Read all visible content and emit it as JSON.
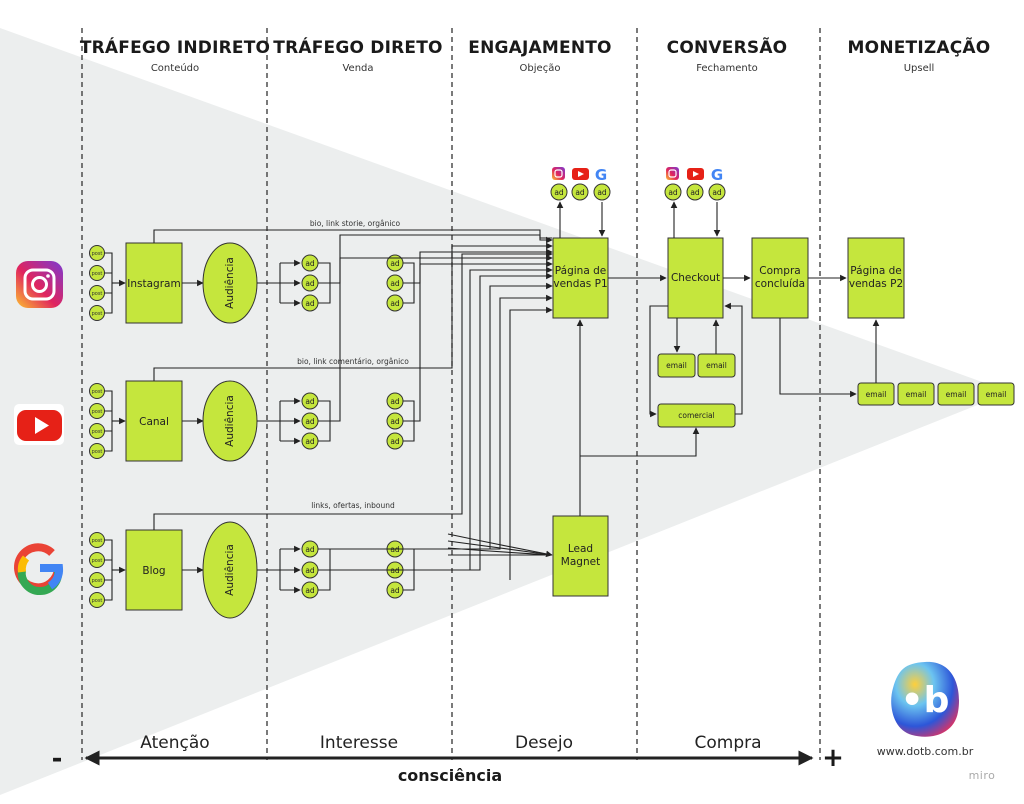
{
  "columns": [
    {
      "title": "TRÁFEGO INDIRETO",
      "subtitle": "Conteúdo"
    },
    {
      "title": "TRÁFEGO DIRETO",
      "subtitle": "Venda"
    },
    {
      "title": "ENGAJAMENTO",
      "subtitle": "Objeção"
    },
    {
      "title": "CONVERSÃO",
      "subtitle": "Fechamento"
    },
    {
      "title": "MONETIZAÇÃO",
      "subtitle": "Upsell"
    }
  ],
  "stages": [
    "Atenção",
    "Interesse",
    "Desejo",
    "Compra"
  ],
  "axis": {
    "label": "consciência",
    "minus": "-",
    "plus": "+"
  },
  "channels": [
    {
      "icon": "instagram-icon",
      "box": "Instagram",
      "audience": "Audiência",
      "edge_label": "bio, link storie, orgânico"
    },
    {
      "icon": "youtube-icon",
      "box": "Canal",
      "audience": "Audiência",
      "edge_label": "bio, link comentário, orgânico"
    },
    {
      "icon": "google-icon",
      "box": "Blog",
      "audience": "Audiência",
      "edge_label": "links, ofertas, inbound"
    }
  ],
  "post_label": "post",
  "ad_label": "ad",
  "email_label": "email",
  "nodes": {
    "sales_p1": "Página de vendas P1",
    "checkout": "Checkout",
    "purchase": "Compra concluída",
    "sales_p2": "Página de vendas P2",
    "lead_magnet": "Lead Magnet",
    "commercial": "comercial"
  },
  "brand": {
    "url": "www.dotb.com.br",
    "logo_text": "•b",
    "watermark": "miro"
  },
  "colors": {
    "box": "#c5e63d",
    "funnel": "#eceeee",
    "instagram": "#d6249f",
    "youtube": "#e62117"
  }
}
